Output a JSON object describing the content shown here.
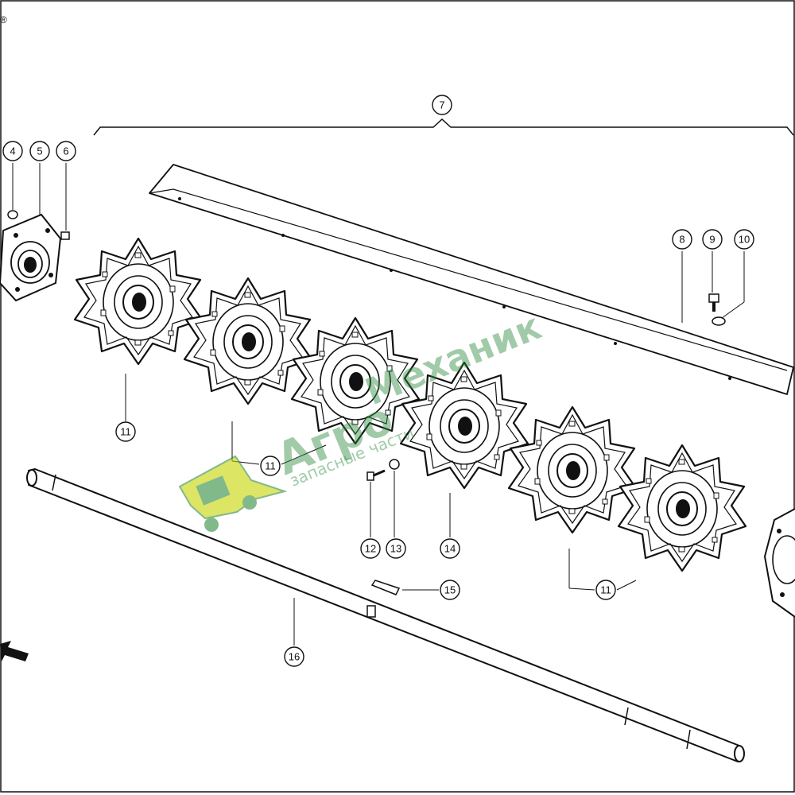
{
  "header": {
    "mark": "®"
  },
  "callouts": {
    "c4": "4",
    "c5": "5",
    "c6": "6",
    "c7": "7",
    "c8": "8",
    "c9": "9",
    "c10": "10",
    "c11a": "11",
    "c11b": "11",
    "c11c": "11",
    "c12": "12",
    "c13": "13",
    "c14": "14",
    "c15": "15",
    "c16": "16"
  },
  "watermark": {
    "brand_left": "Агро",
    "brand_right": "Механик",
    "subtitle": "запасные части"
  },
  "colors": {
    "line": "#111111",
    "watermark": "#2e8b3d",
    "watermark_accent": "#c8d400"
  },
  "icons": [
    "tractor-icon",
    "arrow-icon",
    "sprocket-icon",
    "bearing-icon",
    "shaft-icon"
  ]
}
